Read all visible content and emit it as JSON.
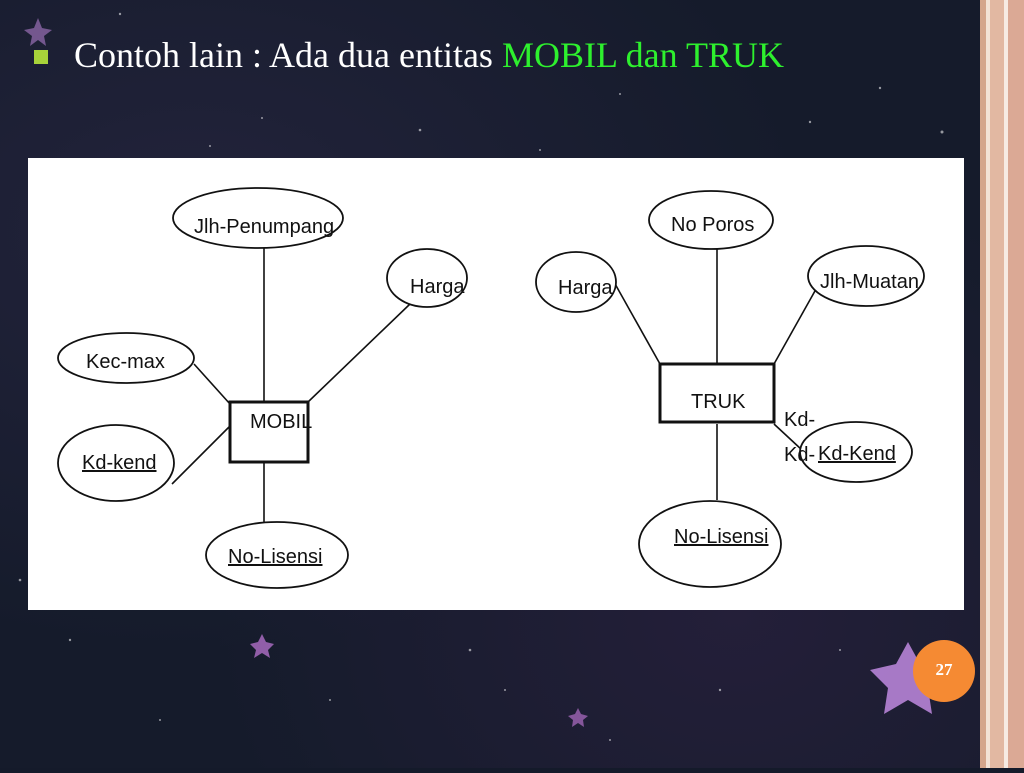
{
  "slide": {
    "heading_prefix": "Contoh lain : Ada dua entitas ",
    "heading_accent": "MOBIL dan TRUK",
    "page_number": "27"
  },
  "diagram": {
    "mobil": {
      "entity": "MOBIL",
      "attributes": {
        "jlh_penumpang": "Jlh-Penumpang",
        "harga": "Harga",
        "kec_max": "Kec-max",
        "kd_kend": "Kd-kend",
        "no_lisensi": "No-Lisensi"
      }
    },
    "truk": {
      "entity": "TRUK",
      "attributes": {
        "no_poros": "No Poros",
        "harga": "Harga",
        "jlh_muatan": "Jlh-Muatan",
        "kd_kend": "Kd-Kend",
        "no_lisensi": "No-Lisensi"
      },
      "stray_label_1": "Kd-",
      "stray_label_2": "Kd-"
    }
  },
  "colors": {
    "background": "#141a2a",
    "heading": "#ffffff",
    "accent": "#2ef02e",
    "bullet": "#a8d33a",
    "page_badge": "#f58a33"
  }
}
